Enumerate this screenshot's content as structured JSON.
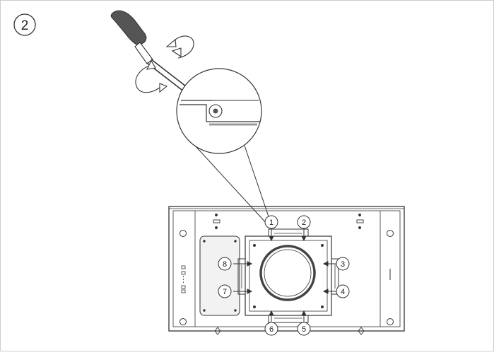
{
  "step": {
    "number": "2"
  },
  "mounting_points": {
    "labels": [
      "1",
      "2",
      "3",
      "4",
      "5",
      "6",
      "7",
      "8"
    ]
  },
  "colors": {
    "line": "#333333",
    "frame": "#cccccc",
    "panel_fill": "#f2f2f2",
    "screw_dark": "#555555"
  },
  "icons": [
    "screwdriver-icon",
    "rotate-counterclockwise-arrow-icon",
    "rotate-clockwise-arrow-icon"
  ]
}
